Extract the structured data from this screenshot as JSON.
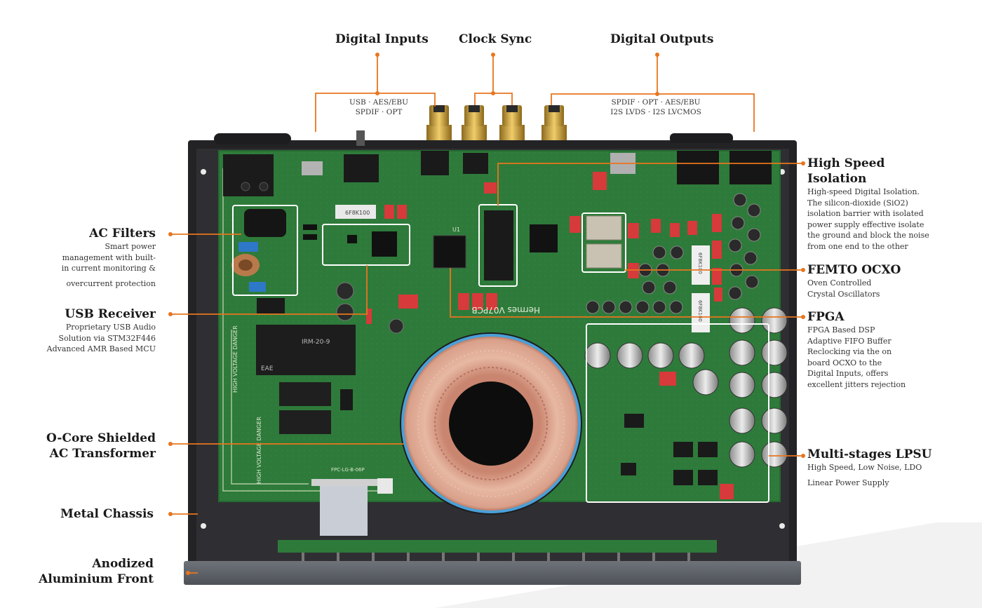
{
  "colors": {
    "accent": "#e8761e",
    "pcb": "#2f7a3a",
    "chassis": "#2b2b2e",
    "front_panel": "#5b6066",
    "highlight_box": "#ffffff",
    "red_component": "#d63a3a"
  },
  "top": {
    "digital_inputs": {
      "title": "Digital Inputs",
      "desc": [
        "USB · AES/EBU",
        "SPDIF · OPT"
      ]
    },
    "clock_sync": {
      "title": "Clock Sync"
    },
    "digital_outputs": {
      "title": "Digital Outputs",
      "desc": [
        "SPDIF · OPT · AES/EBU",
        "I2S LVDS · I2S LVCMOS"
      ]
    }
  },
  "left": {
    "ac_filters": {
      "title": "AC Filters",
      "desc": [
        "Smart power",
        "management with built-",
        "in current monitoring &",
        "overcurrent protection"
      ]
    },
    "usb_receiver": {
      "title": "USB Receiver",
      "desc": [
        "Proprietary USB Audio",
        "Solution via STM32F446",
        "Advanced AMR Based MCU"
      ]
    },
    "transformer": {
      "title": [
        "O-Core Shielded",
        "AC Transformer"
      ]
    },
    "chassis": {
      "title": "Metal Chassis"
    },
    "front": {
      "title": [
        "Anodized",
        "Aluminium Front"
      ]
    }
  },
  "right": {
    "isolation": {
      "title": [
        "High Speed",
        "Isolation"
      ],
      "desc": [
        "High-speed Digital Isolation.",
        "The silicon-dioxide (SiO2)",
        "isolation barrier with isolated",
        "power supply effective isolate",
        "the ground and block the noise",
        "from one end to the other"
      ]
    },
    "ocxo": {
      "title": "FEMTO OCXO",
      "desc": [
        "Oven Controlled",
        "Crystal Oscillators"
      ]
    },
    "fpga": {
      "title": "FPGA",
      "desc": [
        "FPGA Based DSP",
        "Adaptive FIFO Buffer",
        "Reclocking via the on",
        "board OCXO to the",
        "Digital Inputs, offers",
        "excellent jitters rejection"
      ]
    },
    "lpsu": {
      "title": "Multi-stages LPSU",
      "desc": [
        "High Speed, Low Noise, LDO",
        "Linear Power Supply"
      ]
    }
  },
  "board": {
    "silkscreen": "Hermes V07PCB",
    "chip_label": "U1",
    "hv_warning_1": "HIGH VOLTAGE DANGER",
    "hv_warning_2": "HIGH VOLTAGE DANGER",
    "fpc_label": "FPC-LG-B-06P",
    "sticker_1": "6F8K100",
    "sticker_2": "6F8K100",
    "sticker_3": "6F8K100",
    "relay_text": "IRM-20-9",
    "relay_mark": "EAE"
  }
}
